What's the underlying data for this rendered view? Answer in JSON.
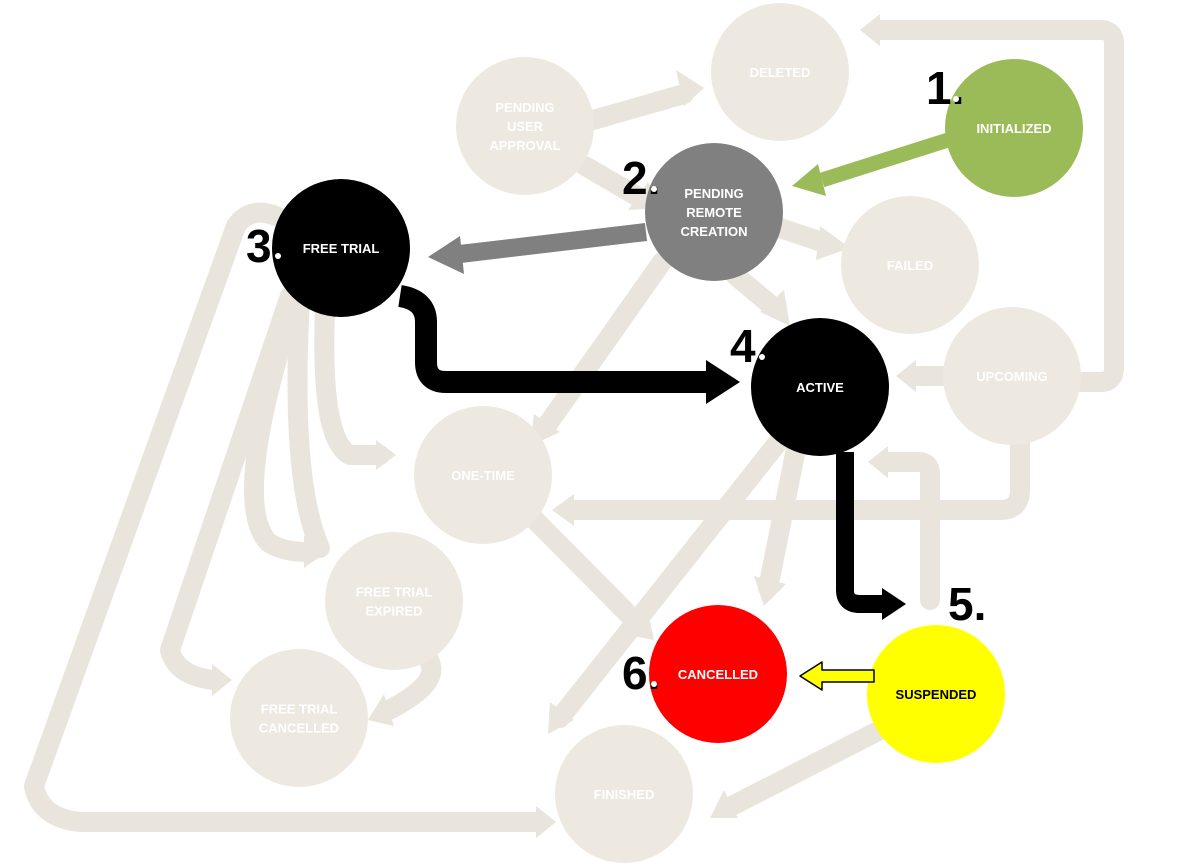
{
  "colors": {
    "faded_node": "#ede9e0",
    "faded_text": "#ffffff",
    "faded_arrow": "#e9e5dc",
    "initialized": "#9bbb59",
    "pending_remote": "#808080",
    "free_trial": "#000000",
    "active": "#000000",
    "suspended": "#ffff00",
    "cancelled": "#ff0000",
    "arrow_green": "#9bbb59",
    "arrow_gray": "#808080",
    "arrow_black": "#000000",
    "arrow_yellow": "#ffff00"
  },
  "nodes": [
    {
      "id": "deleted",
      "lines": [
        "DELETED"
      ],
      "state": "faded"
    },
    {
      "id": "pending-user-approval",
      "lines": [
        "PENDING",
        "USER",
        "APPROVAL"
      ],
      "state": "faded"
    },
    {
      "id": "initialized",
      "lines": [
        "INITIALIZED"
      ],
      "state": "highlight",
      "step": "1."
    },
    {
      "id": "pending-remote-creation",
      "lines": [
        "PENDING",
        "REMOTE",
        "CREATION"
      ],
      "state": "highlight",
      "step": "2."
    },
    {
      "id": "failed",
      "lines": [
        "FAILED"
      ],
      "state": "faded"
    },
    {
      "id": "free-trial",
      "lines": [
        "FREE TRIAL"
      ],
      "state": "highlight",
      "step": "3."
    },
    {
      "id": "active",
      "lines": [
        "ACTIVE"
      ],
      "state": "highlight",
      "step": "4."
    },
    {
      "id": "upcoming",
      "lines": [
        "UPCOMING"
      ],
      "state": "faded"
    },
    {
      "id": "one-time",
      "lines": [
        "ONE-TIME"
      ],
      "state": "faded"
    },
    {
      "id": "free-trial-expired",
      "lines": [
        "FREE TRIAL",
        "EXPIRED"
      ],
      "state": "faded"
    },
    {
      "id": "free-trial-cancelled",
      "lines": [
        "FREE TRIAL",
        "CANCELLED"
      ],
      "state": "faded"
    },
    {
      "id": "suspended",
      "lines": [
        "SUSPENDED"
      ],
      "state": "highlight",
      "step": "5."
    },
    {
      "id": "cancelled",
      "lines": [
        "CANCELLED"
      ],
      "state": "highlight",
      "step": "6."
    },
    {
      "id": "finished",
      "lines": [
        "FINISHED"
      ],
      "state": "faded"
    }
  ],
  "highlighted_flow": [
    {
      "from": "initialized",
      "to": "pending-remote-creation"
    },
    {
      "from": "pending-remote-creation",
      "to": "free-trial"
    },
    {
      "from": "free-trial",
      "to": "active"
    },
    {
      "from": "active",
      "to": "suspended"
    },
    {
      "from": "suspended",
      "to": "cancelled"
    }
  ]
}
